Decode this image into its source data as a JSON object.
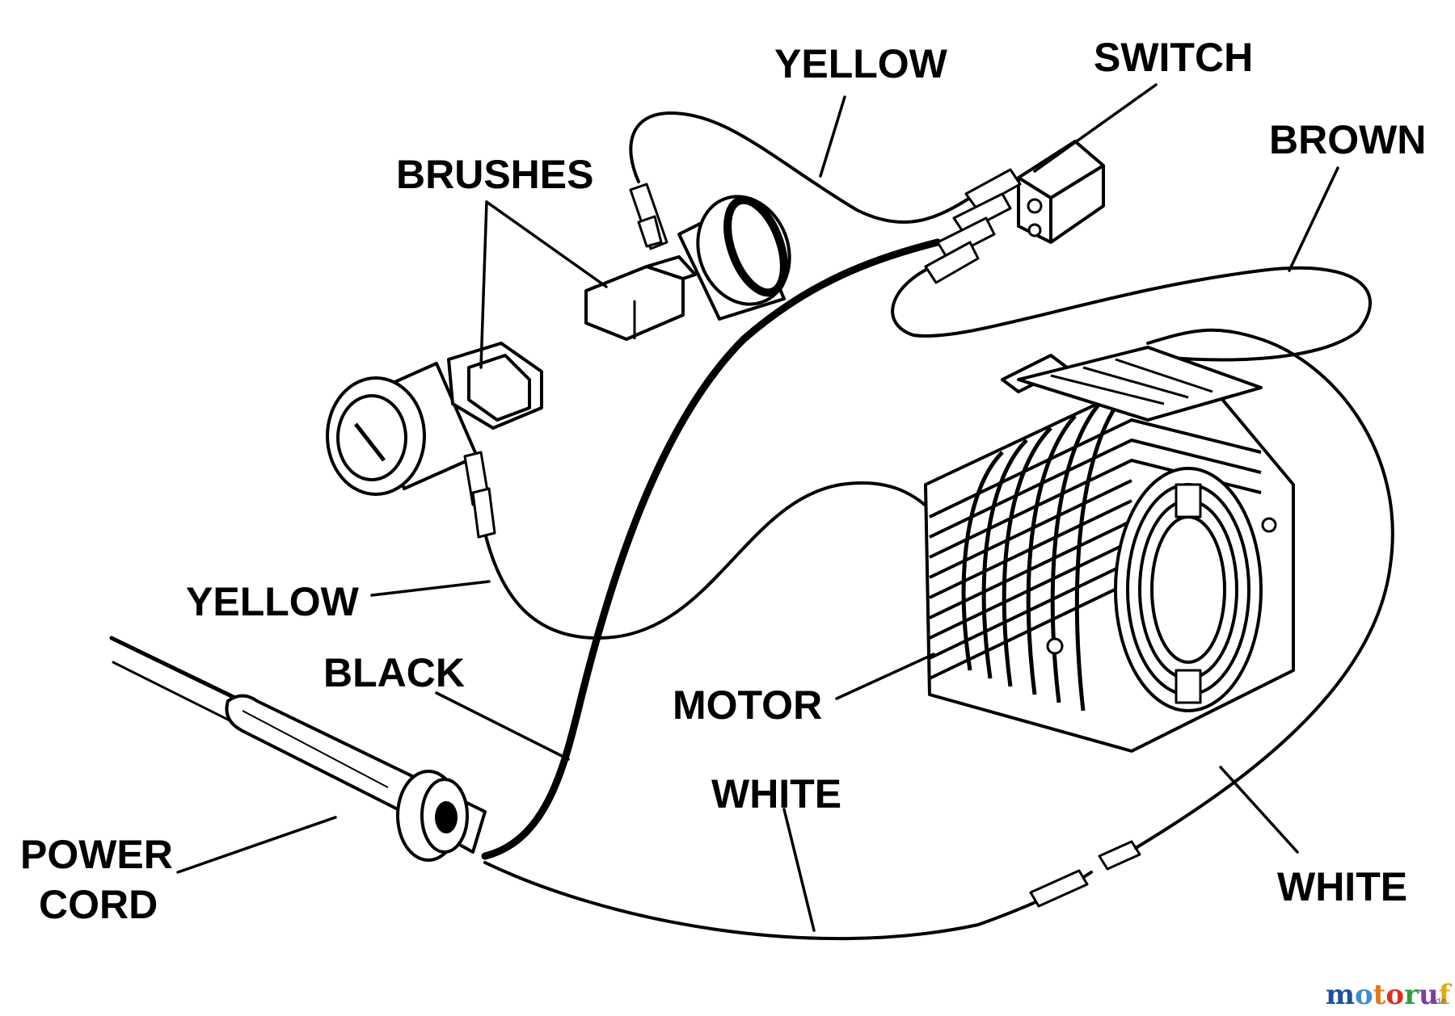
{
  "diagram": {
    "labels": {
      "yellow_top": "YELLOW",
      "switch": "SWITCH",
      "brown": "BROWN",
      "brushes": "BRUSHES",
      "yellow_left": "YELLOW",
      "black": "BLACK",
      "motor": "MOTOR",
      "white_middle": "WHITE",
      "white_right": "WHITE",
      "power": "POWER",
      "cord": "CORD"
    }
  },
  "watermark": {
    "text": "motoruf",
    "suffix": ".de",
    "colors": [
      "#1f4f9e",
      "#3a8fd1",
      "#e07b1a",
      "#d8321f",
      "#2e9e3d",
      "#7b3fa0",
      "#e0a81a"
    ]
  }
}
